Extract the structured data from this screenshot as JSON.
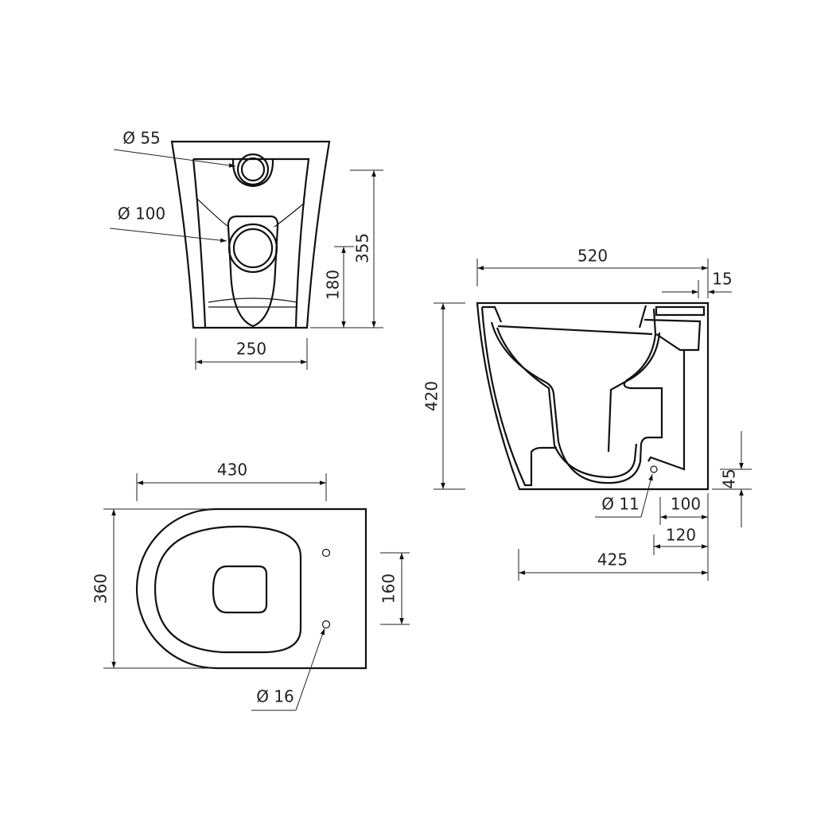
{
  "rear_view": {
    "dia_water_inlet": "Ø 55",
    "dia_waste_outlet": "Ø 100",
    "height_total": "355",
    "height_outlet": "180",
    "width": "250"
  },
  "side_view": {
    "length": "520",
    "rear_offset": "15",
    "height": "420",
    "outlet_height": "45",
    "dia_hole": "Ø 11",
    "hole_offset": "100",
    "outlet_offset": "120",
    "footprint_length": "425"
  },
  "top_view": {
    "length": "430",
    "width": "360",
    "fixing_spacing": "160",
    "dia_fixing": "Ø 16"
  }
}
